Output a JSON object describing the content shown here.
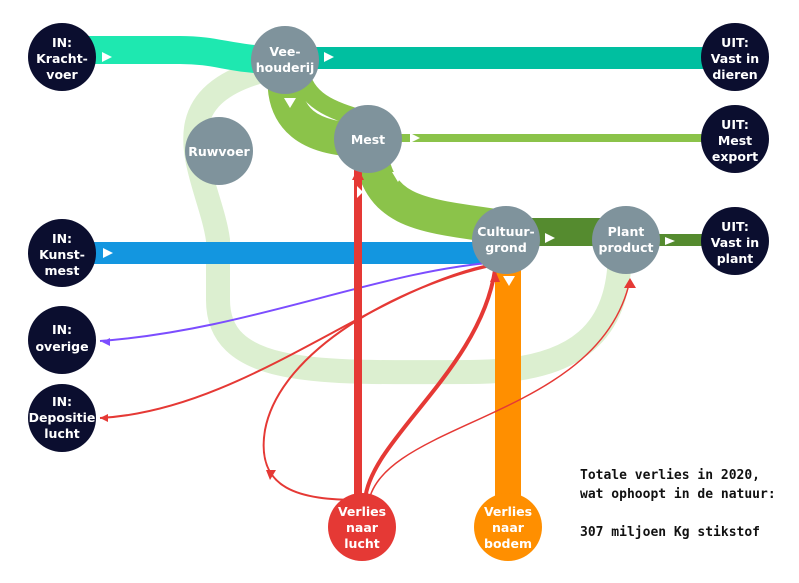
{
  "colors": {
    "node_dark": "#0b0e2f",
    "node_grey": "#7f939c",
    "krachtvoer": "#1ee8b0",
    "vast_dieren": "#00bfa0",
    "mest": "#8bc34a",
    "ruwvoer": "#dcefd0",
    "kunstmest": "#1396e0",
    "plant": "#558b2f",
    "overige": "#7c4dff",
    "lucht": "#e53935",
    "bodem": "#ff8f00"
  },
  "nodes": {
    "in_krachtvoer": [
      "IN:",
      "Kracht-",
      "voer"
    ],
    "in_kunstmest": [
      "IN:",
      "Kunst-",
      "mest"
    ],
    "in_overige": [
      "IN:",
      "overige"
    ],
    "in_depositie": [
      "IN:",
      "Depositie",
      "lucht"
    ],
    "veehouderij": [
      "Vee-",
      "houderij"
    ],
    "mest": [
      "Mest"
    ],
    "ruwvoer": [
      "Ruwvoer"
    ],
    "cultuurgrond": [
      "Cultuur-",
      "grond"
    ],
    "plant_product": [
      "Plant",
      "product"
    ],
    "uit_dieren": [
      "UIT:",
      "Vast in",
      "dieren"
    ],
    "uit_mest": [
      "UIT:",
      "Mest",
      "export"
    ],
    "uit_plant": [
      "UIT:",
      "Vast in",
      "plant"
    ],
    "verlies_lucht": [
      "Verlies",
      "naar",
      "lucht"
    ],
    "verlies_bodem": [
      "Verlies",
      "naar",
      "bodem"
    ]
  },
  "summary": {
    "line1": "Totale verlies in 2020,",
    "line2": "wat ophoopt in de natuur:",
    "line3": "307 miljoen Kg stikstof"
  }
}
